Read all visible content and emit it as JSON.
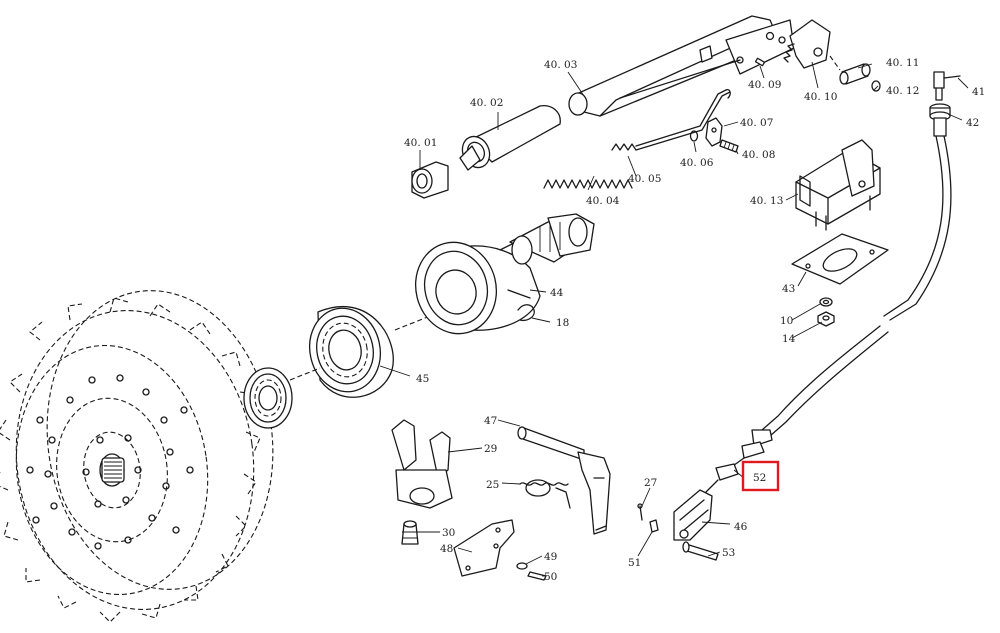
{
  "labels": {
    "p40_01": "40. 01",
    "p40_02": "40. 02",
    "p40_03": "40. 03",
    "p40_04": "40. 04",
    "p40_05": "40. 05",
    "p40_06": "40. 06",
    "p40_07": "40. 07",
    "p40_08": "40. 08",
    "p40_09": "40. 09",
    "p40_10": "40. 10",
    "p40_11": "40. 11",
    "p40_12": "40. 12",
    "p40_13": "40. 13",
    "p41": "41",
    "p42": "42",
    "p43": "43",
    "p10": "10",
    "p14": "14",
    "p44": "44",
    "p18": "18",
    "p45": "45",
    "p47": "47",
    "p29": "29",
    "p25": "25",
    "p27": "27",
    "p52": "52",
    "p46": "46",
    "p30": "30",
    "p48": "48",
    "p49": "49",
    "p50": "50",
    "p51": "51",
    "p53": "53"
  },
  "highlight": {
    "part": "52",
    "color": "#e0191f"
  }
}
